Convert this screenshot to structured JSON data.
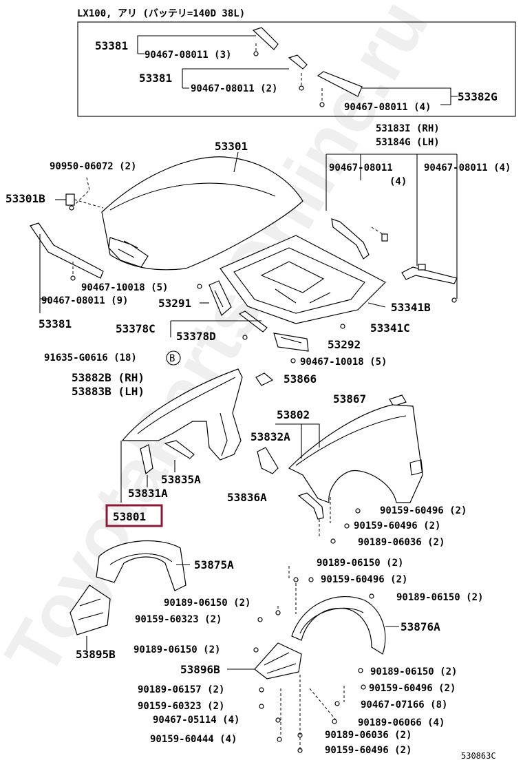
{
  "header": "LX100, アリ (バッテリ=140D  38L)",
  "drawing_code": "530863C",
  "watermark": "ToyotaPartsOnline.ru",
  "highlight_color": "#8b1a3a",
  "highlight_label": "53801",
  "circle_ref": "B",
  "parts": [
    {
      "id": "53381-top",
      "text": "53381"
    },
    {
      "id": "90467-08011-3",
      "text": "90467-08011 (3)"
    },
    {
      "id": "53381-mid",
      "text": "53381"
    },
    {
      "id": "90467-08011-2",
      "text": "90467-08011 (2)"
    },
    {
      "id": "53382G",
      "text": "53382G"
    },
    {
      "id": "90467-08011-4a",
      "text": "90467-08011 (4)"
    },
    {
      "id": "53183I",
      "text": "53183I (RH)"
    },
    {
      "id": "53184G",
      "text": "53184G (LH)"
    },
    {
      "id": "53301",
      "text": "53301"
    },
    {
      "id": "90950-06072",
      "text": "90950-06072 (2)"
    },
    {
      "id": "53301B",
      "text": "53301B"
    },
    {
      "id": "90467-08011-4b",
      "text": "90467-08011"
    },
    {
      "id": "90467-08011-4b-q",
      "text": "(4)"
    },
    {
      "id": "90467-08011-4c",
      "text": "90467-08011 (4)"
    },
    {
      "id": "90467-10018-5a",
      "text": "90467-10018 (5)"
    },
    {
      "id": "90467-08011-9",
      "text": "90467-08011 (9)"
    },
    {
      "id": "53291",
      "text": "53291"
    },
    {
      "id": "53341B",
      "text": "53341B"
    },
    {
      "id": "53381-low",
      "text": "53381"
    },
    {
      "id": "53378C",
      "text": "53378C"
    },
    {
      "id": "53378D",
      "text": "53378D"
    },
    {
      "id": "53341C",
      "text": "53341C"
    },
    {
      "id": "53292",
      "text": "53292"
    },
    {
      "id": "91635-G0616",
      "text": "91635-G0616 (18)"
    },
    {
      "id": "90467-10018-5b",
      "text": "90467-10018 (5)"
    },
    {
      "id": "53882B",
      "text": "53882B (RH)"
    },
    {
      "id": "53883B",
      "text": "53883B (LH)"
    },
    {
      "id": "53866",
      "text": "53866"
    },
    {
      "id": "53867",
      "text": "53867"
    },
    {
      "id": "53802",
      "text": "53802"
    },
    {
      "id": "53832A",
      "text": "53832A"
    },
    {
      "id": "53835A",
      "text": "53835A"
    },
    {
      "id": "53831A",
      "text": "53831A"
    },
    {
      "id": "53836A",
      "text": "53836A"
    },
    {
      "id": "90159-60496-2a",
      "text": "90159-60496 (2)"
    },
    {
      "id": "90159-60496-2b",
      "text": "90159-60496 (2)"
    },
    {
      "id": "90189-06036-2a",
      "text": "90189-06036 (2)"
    },
    {
      "id": "53875A",
      "text": "53875A"
    },
    {
      "id": "90189-06150-2a",
      "text": "90189-06150 (2)"
    },
    {
      "id": "90159-60496-2c",
      "text": "90159-60496 (2)"
    },
    {
      "id": "90189-06150-2b",
      "text": "90189-06150 (2)"
    },
    {
      "id": "90189-06150-2c",
      "text": "90189-06150 (2)"
    },
    {
      "id": "90159-60323-2a",
      "text": "90159-60323 (2)"
    },
    {
      "id": "53876A",
      "text": "53876A"
    },
    {
      "id": "53895B",
      "text": "53895B"
    },
    {
      "id": "90189-06150-2d",
      "text": "90189-06150 (2)"
    },
    {
      "id": "53896B",
      "text": "53896B"
    },
    {
      "id": "90189-06150-2e",
      "text": "90189-06150 (2)"
    },
    {
      "id": "90189-06157",
      "text": "90189-06157 (2)"
    },
    {
      "id": "90159-60496-2d",
      "text": "90159-60496 (2)"
    },
    {
      "id": "90159-60323-2b",
      "text": "90159-60323 (2)"
    },
    {
      "id": "90467-07166",
      "text": "90467-07166 (8)"
    },
    {
      "id": "90467-05114",
      "text": "90467-05114 (4)"
    },
    {
      "id": "90189-06066",
      "text": "90189-06066 (4)"
    },
    {
      "id": "90189-06036-2b",
      "text": "90189-06036 (2)"
    },
    {
      "id": "90159-60444",
      "text": "90159-60444 (4)"
    },
    {
      "id": "90159-60496-2e",
      "text": "90159-60496 (2)"
    }
  ]
}
